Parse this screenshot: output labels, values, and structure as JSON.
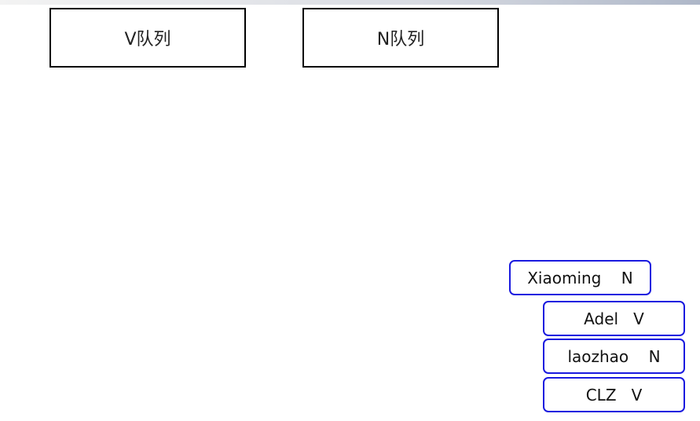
{
  "queues": {
    "v_label": "V队列",
    "n_label": "N队列"
  },
  "items": [
    {
      "name": "Xiaoming",
      "type": "N",
      "text": "Xiaoming    N"
    },
    {
      "name": "Adel",
      "type": "V",
      "text": "Adel   V"
    },
    {
      "name": "laozhao",
      "type": "N",
      "text": "laozhao    N"
    },
    {
      "name": "CLZ",
      "type": "V",
      "text": "CLZ   V"
    }
  ],
  "colors": {
    "queue_border": "#000000",
    "item_border": "#1a1adf",
    "background": "#ffffff"
  }
}
